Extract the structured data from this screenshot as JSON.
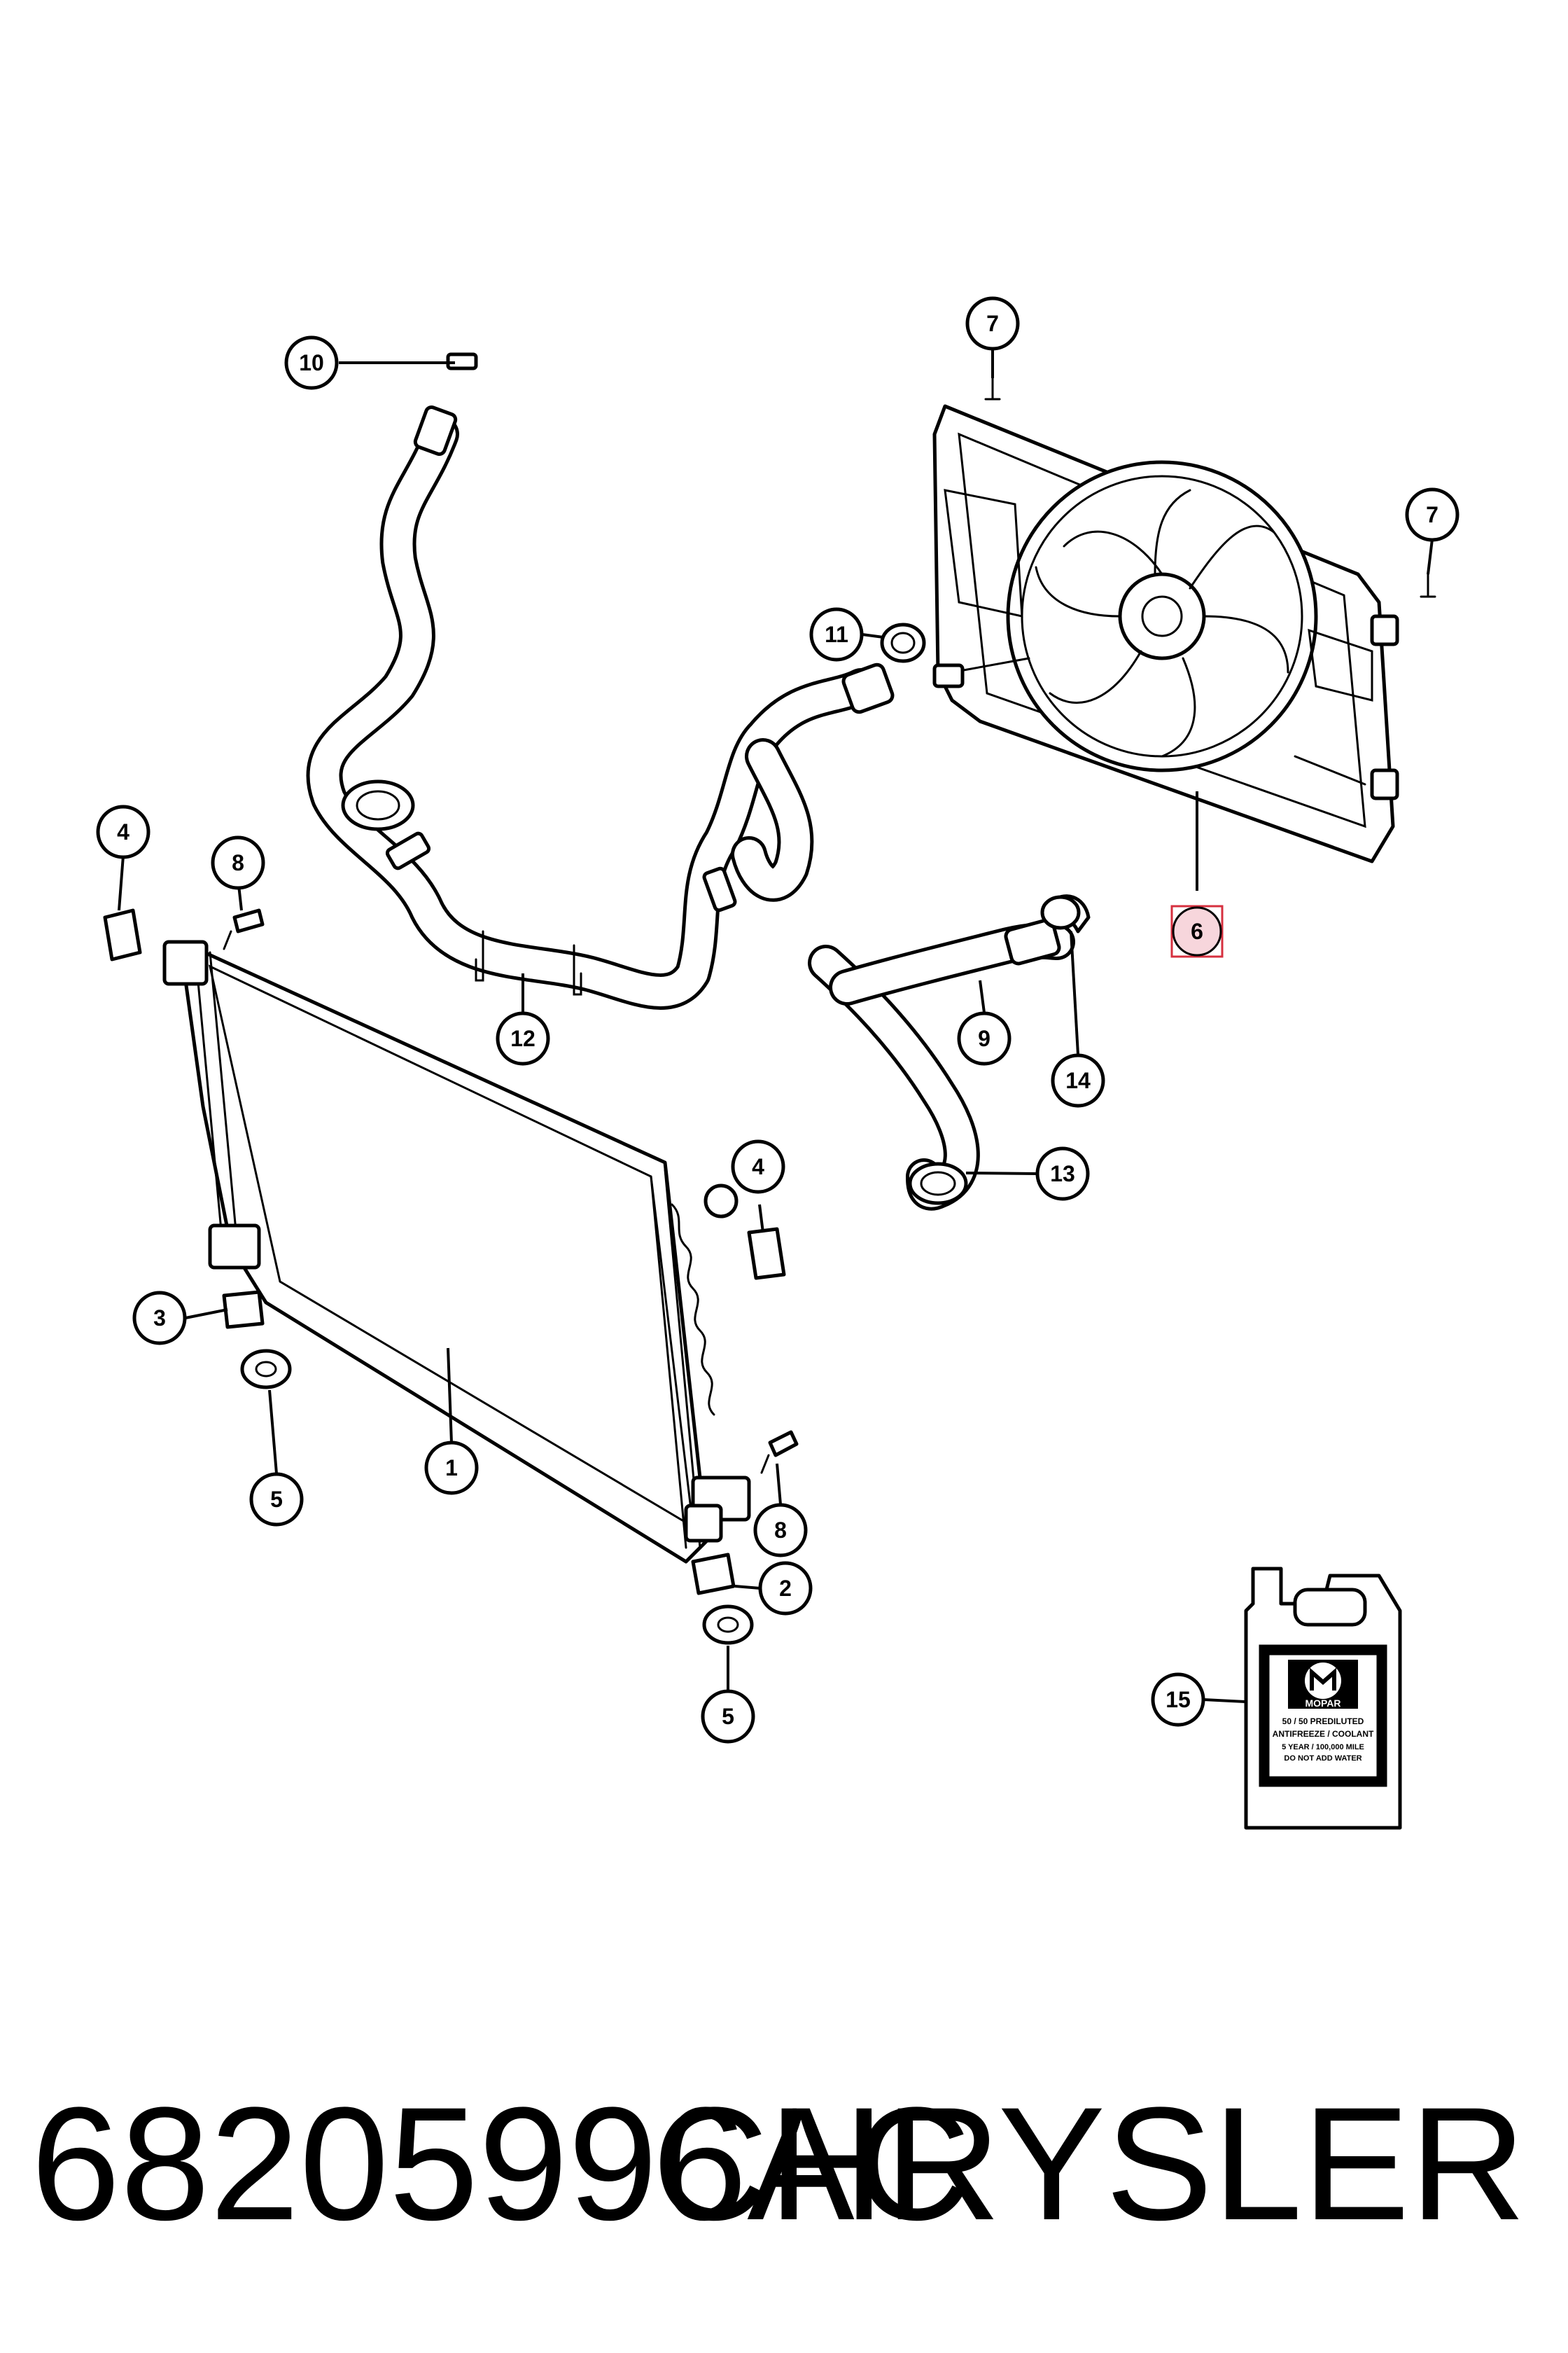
{
  "diagram": {
    "callouts": [
      {
        "id": "1",
        "label": "1"
      },
      {
        "id": "2",
        "label": "2"
      },
      {
        "id": "3",
        "label": "3"
      },
      {
        "id": "4a",
        "label": "4"
      },
      {
        "id": "4b",
        "label": "4"
      },
      {
        "id": "5a",
        "label": "5"
      },
      {
        "id": "5b",
        "label": "5"
      },
      {
        "id": "6",
        "label": "6"
      },
      {
        "id": "7a",
        "label": "7"
      },
      {
        "id": "7b",
        "label": "7"
      },
      {
        "id": "8a",
        "label": "8"
      },
      {
        "id": "8b",
        "label": "8"
      },
      {
        "id": "9",
        "label": "9"
      },
      {
        "id": "10",
        "label": "10"
      },
      {
        "id": "11",
        "label": "11"
      },
      {
        "id": "12",
        "label": "12"
      },
      {
        "id": "13",
        "label": "13"
      },
      {
        "id": "14",
        "label": "14"
      },
      {
        "id": "15",
        "label": "15"
      }
    ],
    "highlighted_callout": "6",
    "highlight_color": "#d6303f",
    "coolant_jug": {
      "brand": "MOPAR",
      "line1": "50 / 50 PREDILUTED",
      "line2": "ANTIFREEZE / COOLANT",
      "line3": "5 YEAR / 100,000 MILE",
      "line4": "DO NOT ADD WATER"
    }
  },
  "footer": {
    "part_number": "68205996AC",
    "brand": "CHRYSLER"
  }
}
